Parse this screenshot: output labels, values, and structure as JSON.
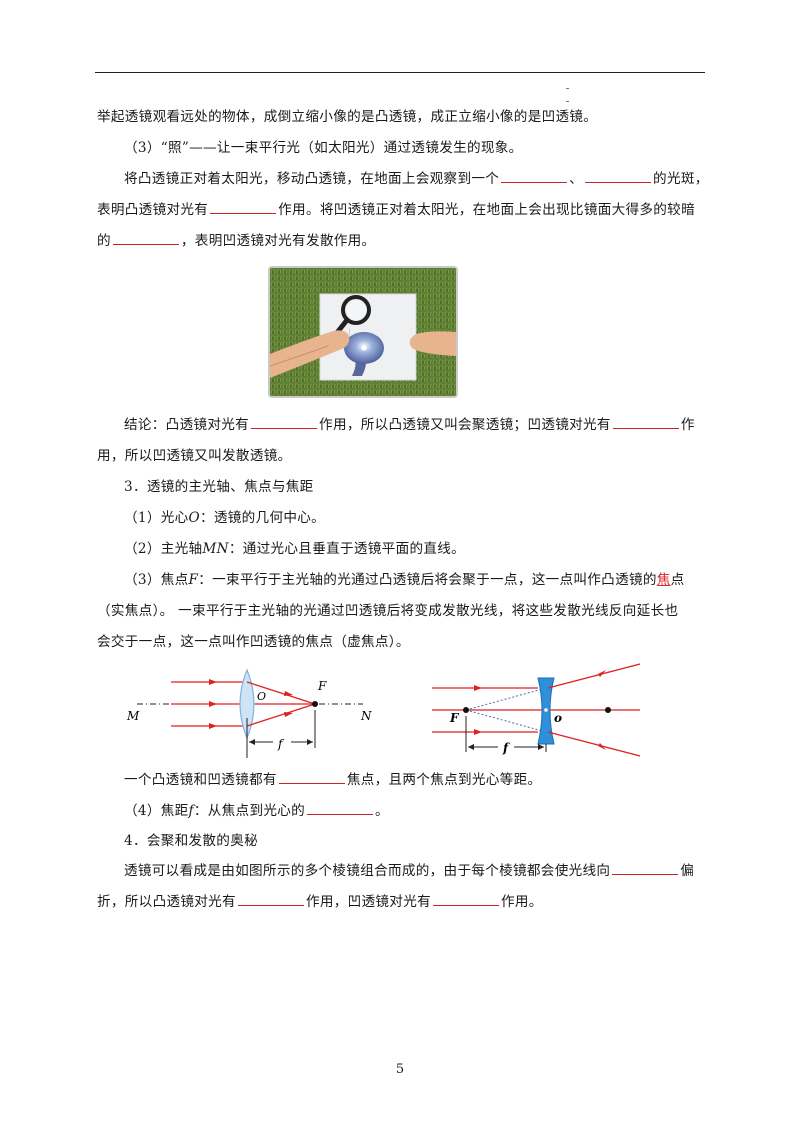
{
  "p1": "举起透镜观看远处的物体，成倒立缩小像的是凸透镜，成正立缩小像的是凹透镜。",
  "p2": "（3）“照”——让一束平行光（如太阳光）通过透镜发生的现象。",
  "p3a": "将凸透镜正对着太阳光，移动凸透镜，在地面上会观察到一个",
  "p3sep": "、",
  "p3b": "的光斑，",
  "p4a": "表明凸透镜对光有",
  "p4b": "作用。将凹透镜正对着太阳光，在地面上会出现比镜面大得多的较暗",
  "p5a": "的",
  "p5b": "，表明凹透镜对光有发散作用。",
  "p6a": "结论：凸透镜对光有",
  "p6b": "作用，所以凸透镜又叫会聚透镜；凹透镜对光有",
  "p6c": "作",
  "p7": "用，所以凹透镜又叫发散透镜。",
  "p8": "3．透镜的主光轴、焦点与焦距",
  "p9a": "（1）光心",
  "p9sym": "O",
  "p9b": "：透镜的几何中心。",
  "p10a": "（2）主光轴",
  "p10sym": "MN",
  "p10b": "：通过光心且垂直于透镜平面的直线。",
  "p11a": "（3）焦点",
  "p11sym": "F",
  "p11b": "：一束平行于主光轴的光通过凸透镜后将会聚于一点，这一点叫作凸透镜的",
  "p11red": "焦",
  "p11c": "点",
  "p12": "（实焦点）。 一束平行于主光轴的光通过凹透镜后将变成发散光线，将这些发散光线反向延长也",
  "p13": "会交于一点，这一点叫作凹透镜的焦点（虚焦点）。",
  "convex": {
    "M": "M",
    "N": "N",
    "O": "O",
    "F": "F",
    "f": "f"
  },
  "concave": {
    "F": "F",
    "O": "o",
    "f": "f"
  },
  "p14a": "一个凸透镜和凹透镜都有",
  "p14b": "焦点，且两个焦点到光心等距。",
  "p15a": "（4）焦距",
  "p15sym": "f",
  "p15b": "：从焦点到光心的",
  "p15c": "。",
  "p16": "4．会聚和发散的奥秘",
  "p17a": "透镜可以看成是由如图所示的多个棱镜组合而成的，由于每个棱镜都会使光线向",
  "p17b": "偏",
  "p18a": "折，所以凸透镜对光有",
  "p18b": "作用，凹透镜对光有",
  "p18c": "作用。",
  "page_number": "5"
}
